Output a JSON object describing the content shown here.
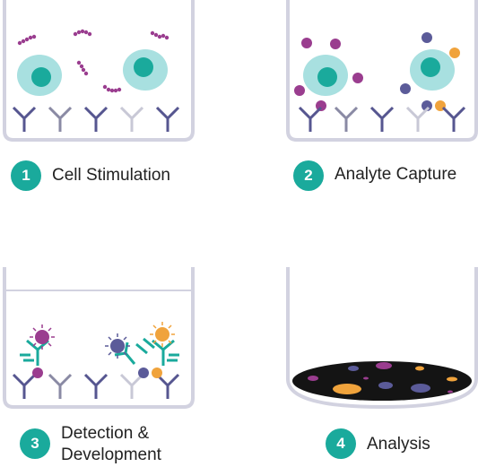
{
  "colors": {
    "teal": "#1aaa9c",
    "teal_light": "#a8e0e0",
    "purple": "#9a3d8f",
    "slate": "#5b5b99",
    "orange": "#f0a33c",
    "well_outline": "#d2d2e0",
    "antibody_dark": "#565690",
    "antibody_mid": "#8a8aa4",
    "antibody_light": "#c8c8d6",
    "well_bottom": "#141414"
  },
  "steps": [
    {
      "number": "1",
      "label": "Cell Stimulation"
    },
    {
      "number": "2",
      "label": "Analyte Capture"
    },
    {
      "number": "3",
      "label_line1": "Detection &",
      "label_line2": "Development"
    },
    {
      "number": "4",
      "label": "Analysis"
    }
  ]
}
